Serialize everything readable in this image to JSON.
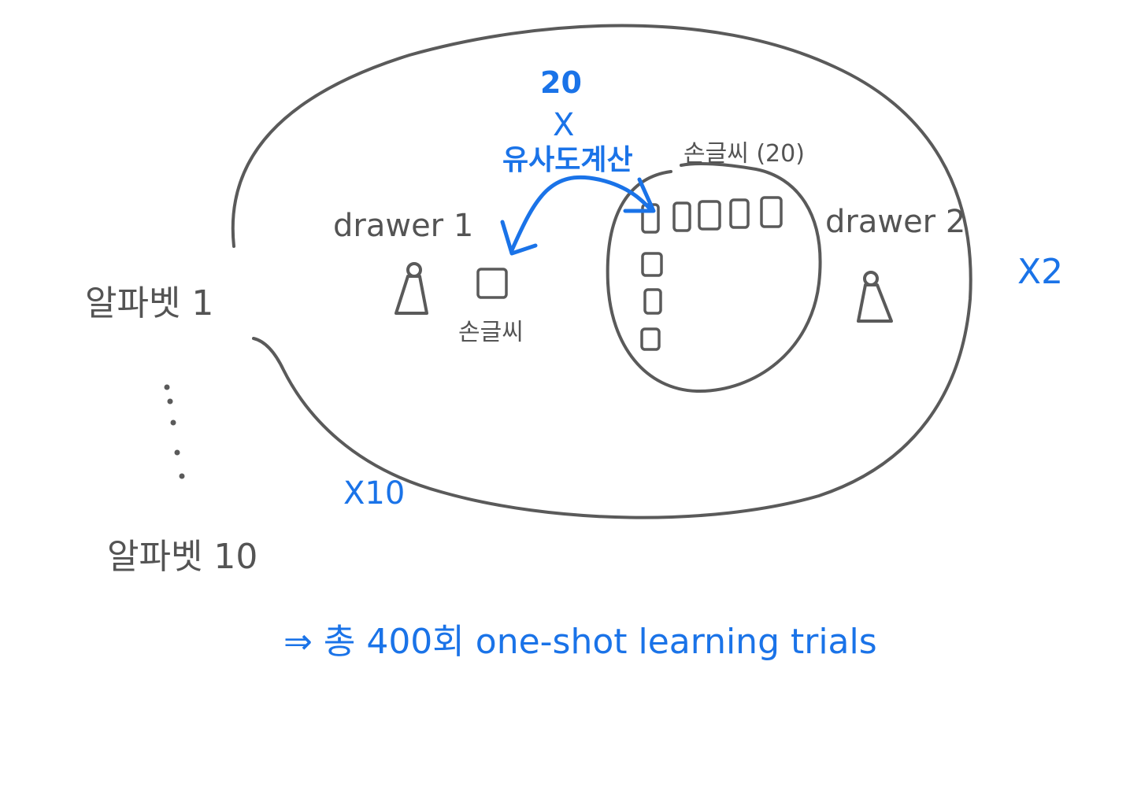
{
  "labels": {
    "drawer1": "drawer 1",
    "drawer2": "drawer 2",
    "alphabet_first": "알파벳 1",
    "alphabet_last": "알파벳 10",
    "handwriting_single": "손글씨",
    "handwriting_set": "손글씨 (20)",
    "similarity": "유사도계산"
  },
  "multipliers": {
    "similarity_count_number": "20",
    "similarity_count_x": "X",
    "drawers": "X2",
    "alphabets": "X10"
  },
  "conclusion": "⇒ 총 400회 one-shot learning trials",
  "colors": {
    "ink": "#5a5a5a",
    "accent": "#1a73e8"
  }
}
